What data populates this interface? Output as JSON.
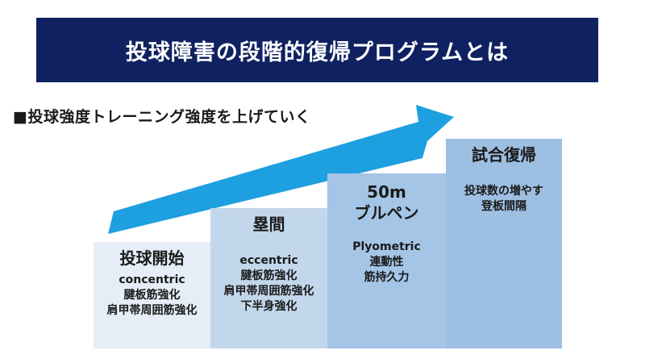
{
  "header": {
    "title": "投球障害の段階的復帰プログラムとは"
  },
  "subtitle": "■投球強度トレーニング強度を上げていく",
  "colors": {
    "banner": "#0f2160",
    "arrow": "#1e9fe0",
    "step1": "#e5edf6",
    "step2": "#c3d7ec",
    "step3": "#a4c5e6",
    "step4": "#9dbfe2"
  },
  "steps": [
    {
      "title_lines": [
        "投球開始"
      ],
      "body_lines": [
        "concentric",
        "腱板筋強化",
        "肩甲帯周囲筋強化"
      ]
    },
    {
      "title_lines": [
        "塁間"
      ],
      "body_lines": [
        "eccentric",
        "腱板筋強化",
        "肩甲帯周囲筋強化",
        "下半身強化"
      ]
    },
    {
      "title_lines": [
        "50m",
        "ブルペン"
      ],
      "body_lines": [
        "Plyometric",
        "連動性",
        "筋持久力"
      ]
    },
    {
      "title_lines": [
        "試合復帰"
      ],
      "body_lines": [
        "投球数の増やす",
        "登板間隔"
      ]
    }
  ]
}
